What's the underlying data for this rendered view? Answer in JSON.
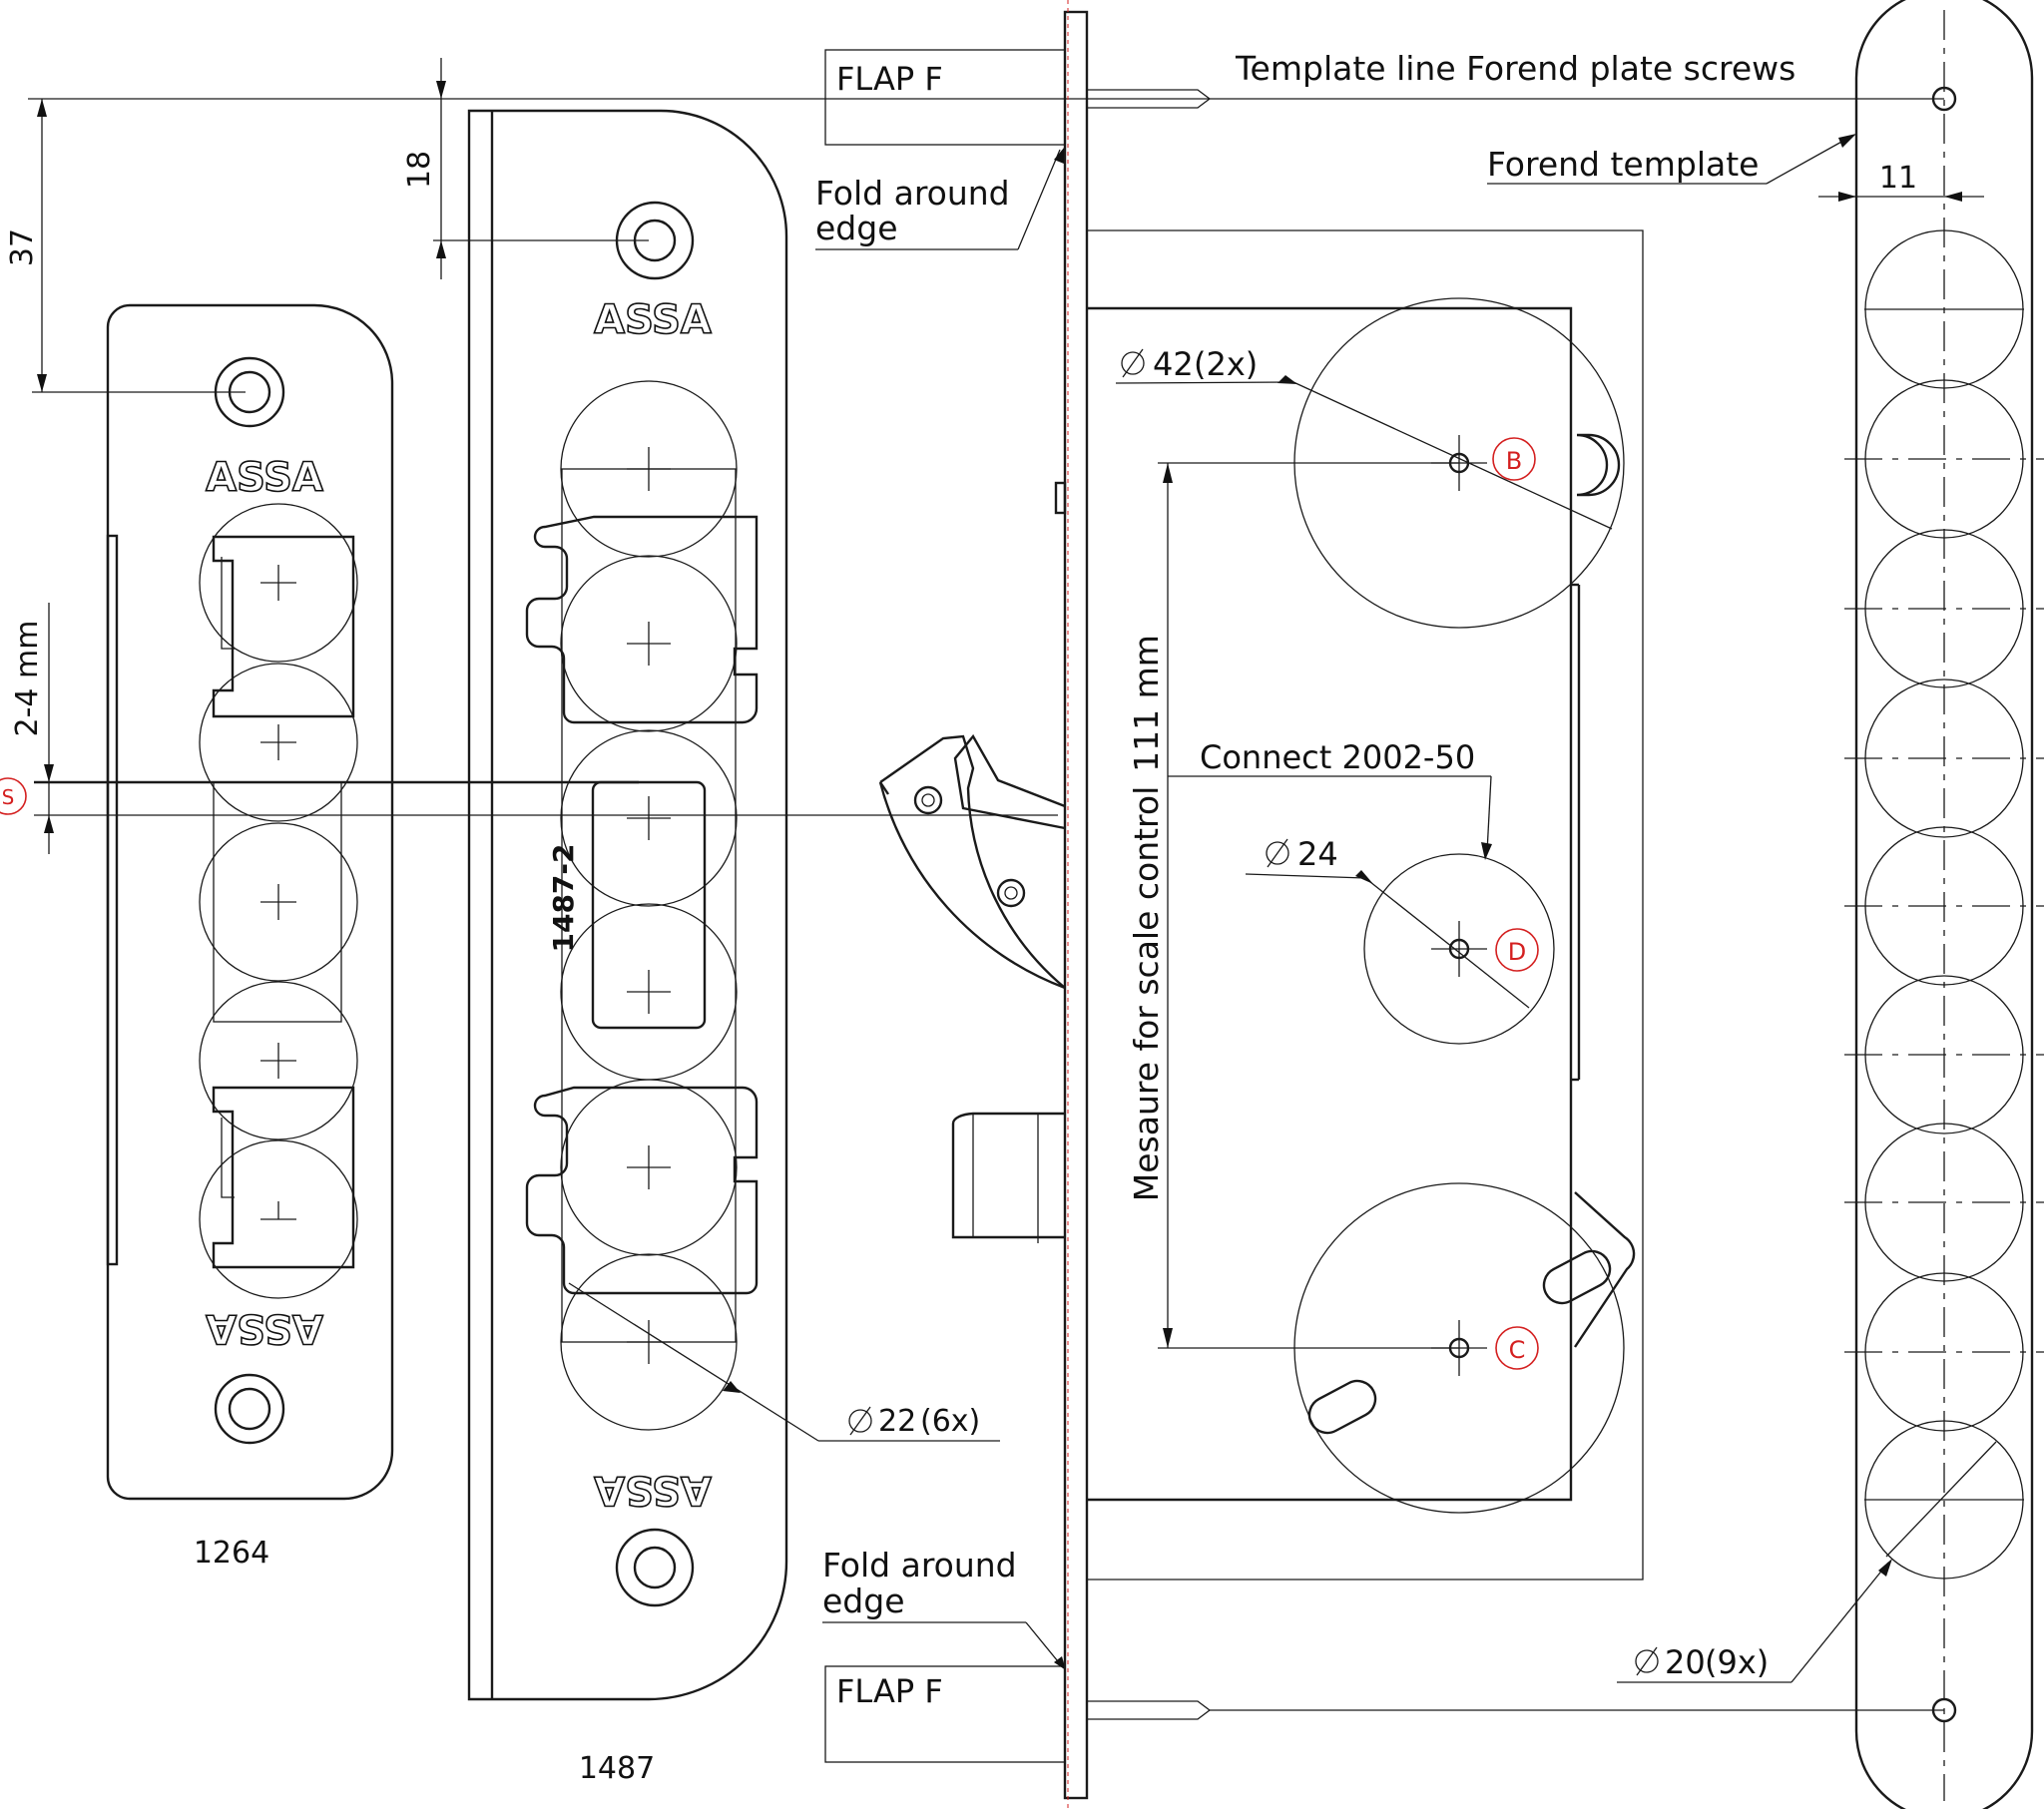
{
  "dimensions": {
    "d37": "37",
    "d18": "18",
    "d2_4": "2-4 mm",
    "d11": "11",
    "d111": "111 mm"
  },
  "labels": {
    "flap_top": "FLAP F",
    "flap_bottom": "FLAP F",
    "fold_top_1": "Fold around",
    "fold_top_2": "edge",
    "fold_bottom_1": "Fold around",
    "fold_bottom_2": "edge",
    "template_line": "Template line Forend plate screws",
    "forend_template": "Forend template",
    "scale_control": "Mesaure for scale control",
    "connect": "Connect 2002-50"
  },
  "diameters": {
    "d42": "42",
    "d42_count": "(2x)",
    "d24": "24",
    "d22": "22",
    "d22_count": "(6x)",
    "d20": "20",
    "d20_count": "(9x)"
  },
  "markers": {
    "b": "B",
    "c": "C",
    "d": "D",
    "s": "S"
  },
  "plates": {
    "plate_1264_code": "1264",
    "plate_1487_code": "1487",
    "plate_1487_engraving": "1487-2",
    "brand": "ASSA"
  }
}
